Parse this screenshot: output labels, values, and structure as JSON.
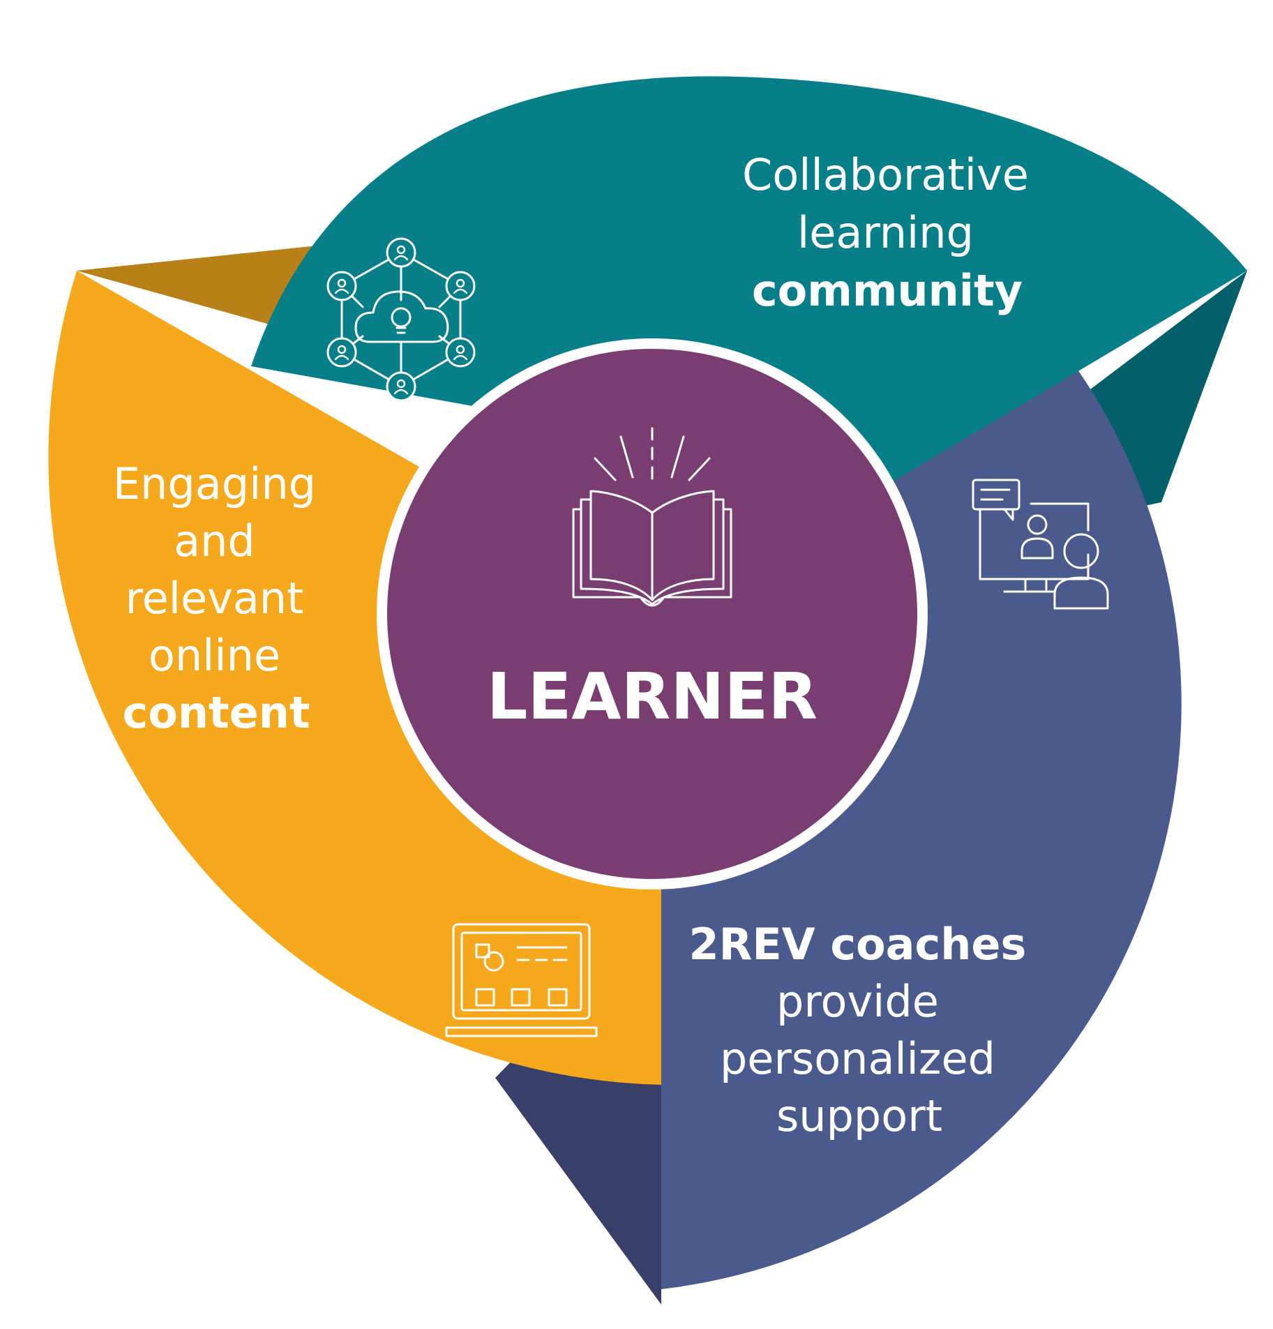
{
  "colors": {
    "teal": "#067F89",
    "teal_dark": "#03606A",
    "gold": "#F6A81C",
    "gold_dark": "#B88118",
    "indigo": "#4B5A8D",
    "indigo_dark": "#383F68",
    "purple": "#793D72",
    "white": "#FFFFFF"
  },
  "center": {
    "label": "LEARNER",
    "icon": "open-book-icon"
  },
  "segments": {
    "community": {
      "icon": "network-cloud-lightbulb-icon",
      "lines": [
        {
          "text": "Collaborative",
          "bold": false
        },
        {
          "text": "learning",
          "bold": false
        },
        {
          "text": "community",
          "bold": true
        }
      ]
    },
    "content": {
      "icon": "laptop-content-icon",
      "lines": [
        {
          "text": "Engaging",
          "bold": false
        },
        {
          "text": "and",
          "bold": false
        },
        {
          "text": "relevant",
          "bold": false
        },
        {
          "text": "online",
          "bold": false
        },
        {
          "text": "content",
          "bold": true
        }
      ]
    },
    "coaches": {
      "icon": "video-coaching-icon",
      "lines": [
        {
          "text": "2REV coaches",
          "bold": true
        },
        {
          "text": "provide",
          "bold": false
        },
        {
          "text": "personalized",
          "bold": false
        },
        {
          "text": "support",
          "bold": false
        }
      ]
    }
  }
}
